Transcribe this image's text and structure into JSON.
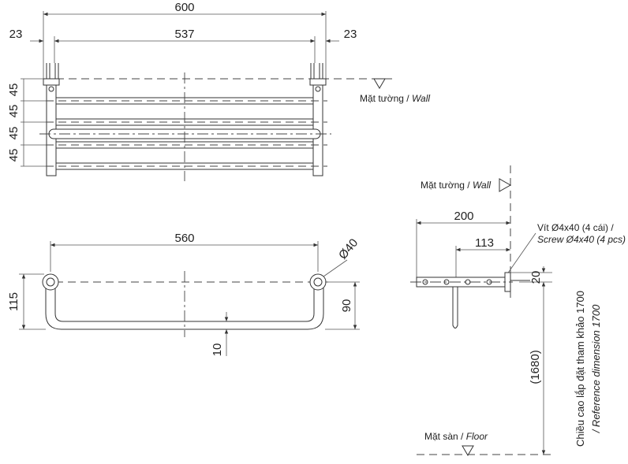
{
  "top_view": {
    "overall_width": "600",
    "bar_span": "537",
    "left_offset": "23",
    "right_offset": "23",
    "spacing_1": "45",
    "spacing_2": "45",
    "spacing_3": "45",
    "spacing_4": "45",
    "wall_label": "Mặt tường / ",
    "wall_label_en": "Wall"
  },
  "front_view": {
    "width": "560",
    "diameter": "Ø40",
    "height_overall": "115",
    "height_rail": "90",
    "tube": "10"
  },
  "side_view": {
    "wall_label": "Mặt tường / ",
    "wall_label_en": "Wall",
    "depth": "200",
    "mount_depth": "113",
    "screw_vi": "Vít Ø4x40 (4 cái) /",
    "screw_en": "Screw Ø4x40 (4 pcs)",
    "offset": "20",
    "height": "(1680)",
    "reference_vi": "Chiều cao lắp đặt tham khảo 1700",
    "reference_en": "/ Reference dimension 1700",
    "floor_label": "Mặt sàn / ",
    "floor_label_en": "Floor"
  }
}
